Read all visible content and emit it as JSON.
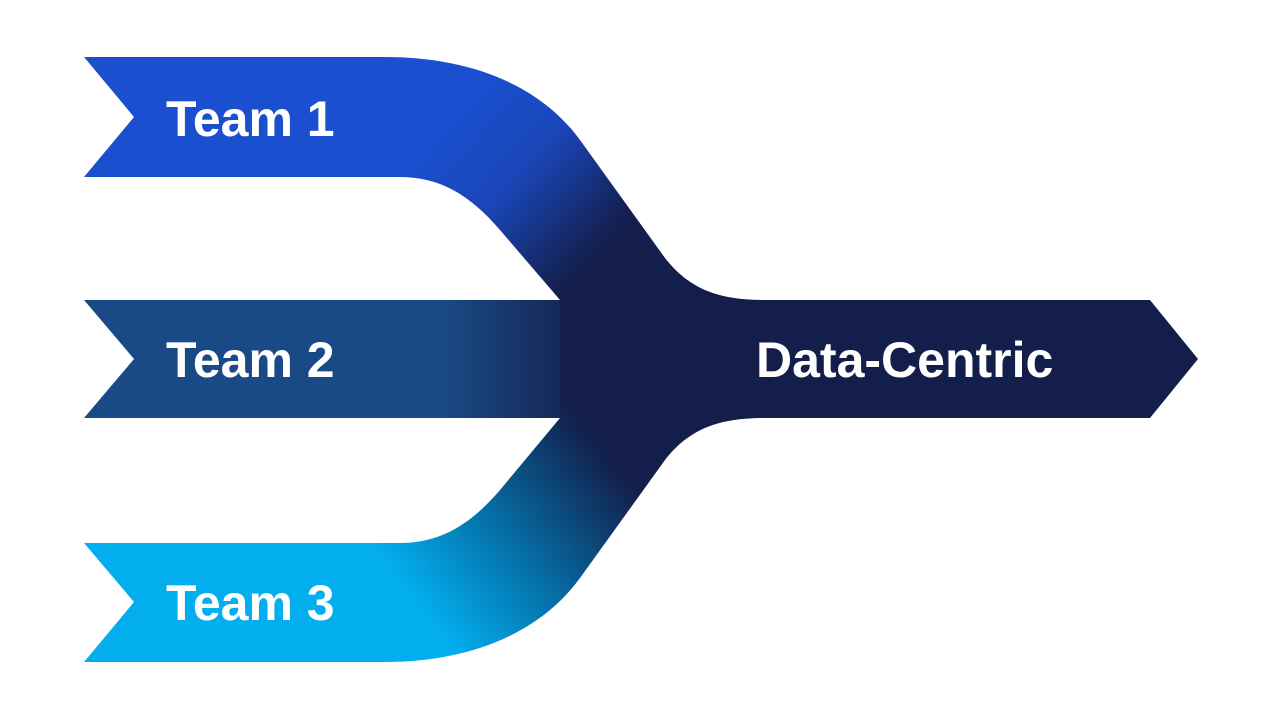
{
  "diagram": {
    "inputs": [
      {
        "label": "Team 1",
        "color": "#1A4FD0"
      },
      {
        "label": "Team 2",
        "color": "#1A4A85"
      },
      {
        "label": "Team 3",
        "color": "#03AEEE"
      }
    ],
    "output": {
      "label": "Data-Centric",
      "color": "#131E4A"
    }
  }
}
